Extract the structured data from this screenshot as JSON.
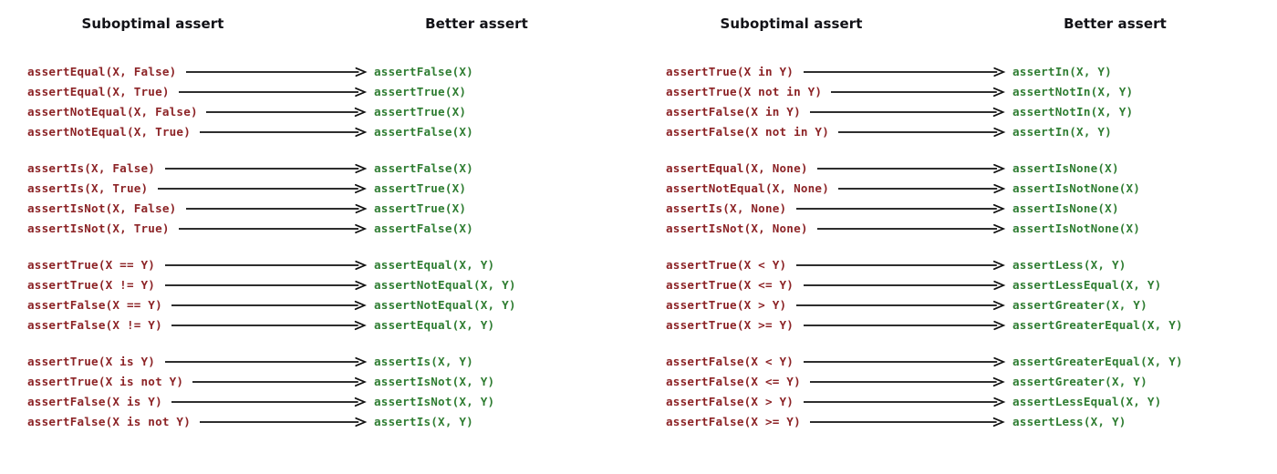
{
  "page": {
    "background_color": "#ffffff",
    "source_color": "#8c2326",
    "target_color": "#2f7d32",
    "arrow_color": "#111111",
    "header_color": "#121217"
  },
  "panels": [
    {
      "id": "left",
      "headers": {
        "suboptimal": "Suboptimal assert",
        "better": "Better assert"
      },
      "groups": [
        {
          "rows": [
            {
              "source": "assertEqual(X, False)",
              "target": "assertFalse(X)"
            },
            {
              "source": "assertEqual(X, True)",
              "target": "assertTrue(X)"
            },
            {
              "source": "assertNotEqual(X, False)",
              "target": "assertTrue(X)"
            },
            {
              "source": "assertNotEqual(X, True)",
              "target": "assertFalse(X)"
            }
          ]
        },
        {
          "rows": [
            {
              "source": "assertIs(X, False)",
              "target": "assertFalse(X)"
            },
            {
              "source": "assertIs(X, True)",
              "target": "assertTrue(X)"
            },
            {
              "source": "assertIsNot(X, False)",
              "target": "assertTrue(X)"
            },
            {
              "source": "assertIsNot(X, True)",
              "target": "assertFalse(X)"
            }
          ]
        },
        {
          "rows": [
            {
              "source": "assertTrue(X == Y)",
              "target": "assertEqual(X, Y)"
            },
            {
              "source": "assertTrue(X != Y)",
              "target": "assertNotEqual(X, Y)"
            },
            {
              "source": "assertFalse(X == Y)",
              "target": "assertNotEqual(X, Y)"
            },
            {
              "source": "assertFalse(X != Y)",
              "target": "assertEqual(X, Y)"
            }
          ]
        },
        {
          "rows": [
            {
              "source": "assertTrue(X is Y)",
              "target": "assertIs(X, Y)"
            },
            {
              "source": "assertTrue(X is not Y)",
              "target": "assertIsNot(X, Y)"
            },
            {
              "source": "assertFalse(X is Y)",
              "target": "assertIsNot(X, Y)"
            },
            {
              "source": "assertFalse(X is not Y)",
              "target": "assertIs(X, Y)"
            }
          ]
        }
      ]
    },
    {
      "id": "right",
      "headers": {
        "suboptimal": "Suboptimal assert",
        "better": "Better assert"
      },
      "groups": [
        {
          "rows": [
            {
              "source": "assertTrue(X in Y)",
              "target": "assertIn(X, Y)"
            },
            {
              "source": "assertTrue(X not in Y)",
              "target": "assertNotIn(X, Y)"
            },
            {
              "source": "assertFalse(X in Y)",
              "target": "assertNotIn(X, Y)"
            },
            {
              "source": "assertFalse(X not in Y)",
              "target": "assertIn(X, Y)"
            }
          ]
        },
        {
          "rows": [
            {
              "source": "assertEqual(X, None)",
              "target": "assertIsNone(X)"
            },
            {
              "source": "assertNotEqual(X, None)",
              "target": "assertIsNotNone(X)"
            },
            {
              "source": "assertIs(X, None)",
              "target": "assertIsNone(X)"
            },
            {
              "source": "assertIsNot(X, None)",
              "target": "assertIsNotNone(X)"
            }
          ]
        },
        {
          "rows": [
            {
              "source": "assertTrue(X < Y)",
              "target": "assertLess(X, Y)"
            },
            {
              "source": "assertTrue(X <= Y)",
              "target": "assertLessEqual(X, Y)"
            },
            {
              "source": "assertTrue(X > Y)",
              "target": "assertGreater(X, Y)"
            },
            {
              "source": "assertTrue(X >= Y)",
              "target": "assertGreaterEqual(X, Y)"
            }
          ]
        },
        {
          "rows": [
            {
              "source": "assertFalse(X < Y)",
              "target": "assertGreaterEqual(X, Y)"
            },
            {
              "source": "assertFalse(X <= Y)",
              "target": "assertGreater(X, Y)"
            },
            {
              "source": "assertFalse(X > Y)",
              "target": "assertLessEqual(X, Y)"
            },
            {
              "source": "assertFalse(X >= Y)",
              "target": "assertLess(X, Y)"
            }
          ]
        }
      ]
    }
  ],
  "arrow": {
    "icon": "long-right-arrow-icon",
    "glyph": "⟶"
  }
}
